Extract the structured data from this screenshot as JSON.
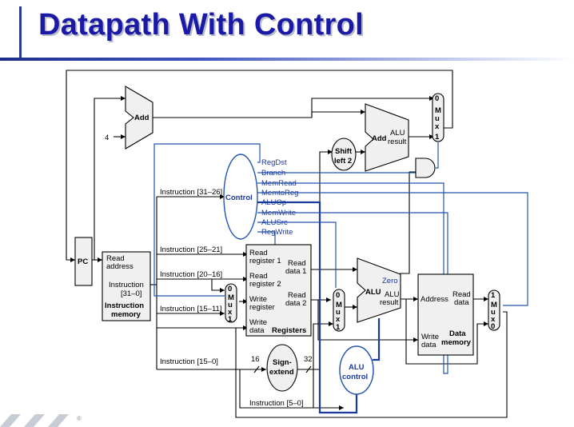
{
  "title": "Datapath With Control",
  "units": {
    "pc": "PC",
    "add": "Add",
    "add_alu": "Add",
    "alu_result": "ALU",
    "alu_result2": "result",
    "shift": "Shift",
    "shift2": "left 2",
    "control": "Control",
    "alu": "ALU",
    "zero": "Zero",
    "sign": "Sign-",
    "extend": "extend",
    "alu_control_1": "ALU",
    "alu_control_2": "control",
    "four": "4",
    "n16": "16",
    "n32": "32"
  },
  "instruction_memory": {
    "read": "Read",
    "address": "address",
    "instruction": "Instruction",
    "bits": "[31–0]",
    "name1": "Instruction",
    "name2": "memory"
  },
  "registers": {
    "read_reg1_a": "Read",
    "read_reg1_b": "register 1",
    "read_reg2_a": "Read",
    "read_reg2_b": "register 2",
    "write_reg_a": "Write",
    "write_reg_b": "register",
    "write_data_a": "Write",
    "write_data_b": "data",
    "read_data1_a": "Read",
    "read_data1_b": "data 1",
    "read_data2_a": "Read",
    "read_data2_b": "data 2",
    "name": "Registers"
  },
  "data_memory": {
    "address": "Address",
    "read_a": "Read",
    "read_b": "data",
    "write_a": "Write",
    "write_b": "data",
    "name1": "Data",
    "name2": "memory"
  },
  "control_signals": [
    "RegDst",
    "Branch",
    "MemRead",
    "MemtoReg",
    "ALUOp",
    "MemWrite",
    "ALUSrc",
    "RegWrite"
  ],
  "instruction_fields": {
    "f31_26": "Instruction [31–26]",
    "f25_21": "Instruction [25–21]",
    "f20_16": "Instruction [20–16]",
    "f15_11": "Instruction [15–11]",
    "f15_0": "Instruction [15–0]",
    "f5_0": "Instruction [5–0]"
  },
  "mux": {
    "m": "M",
    "u": "u",
    "x": "x",
    "zero": "0",
    "one": "1"
  },
  "colors": {
    "title": "#1a1aa6",
    "control_lines": "#2455b0",
    "wires": "#000000"
  },
  "logo": {
    "registered": "®"
  }
}
